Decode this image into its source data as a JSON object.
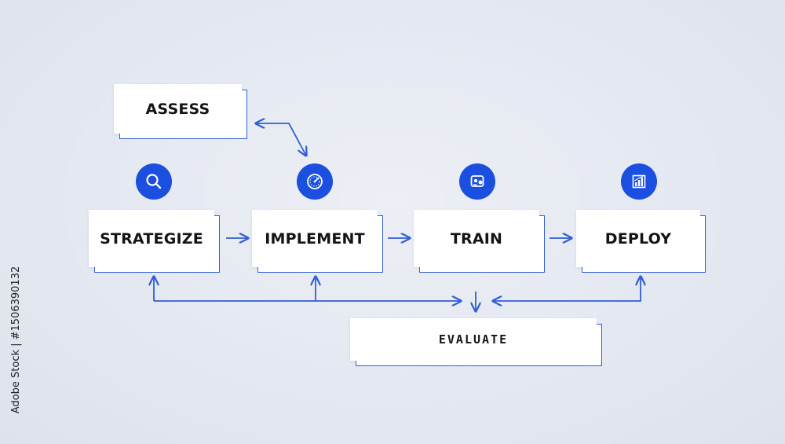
{
  "diagram": {
    "nodes": [
      {
        "id": "assess",
        "label": "ASSESS"
      },
      {
        "id": "strategize",
        "label": "STRATEGIZE"
      },
      {
        "id": "implement",
        "label": "IMPLEMENT"
      },
      {
        "id": "train",
        "label": "TRAIN"
      },
      {
        "id": "deploy",
        "label": "DEPLOY"
      },
      {
        "id": "evaluate",
        "label": "EVALUATE"
      }
    ],
    "icons": [
      {
        "node": "strategize",
        "name": "magnifier-icon"
      },
      {
        "node": "implement",
        "name": "gauge-icon"
      },
      {
        "node": "train",
        "name": "training-badge-icon"
      },
      {
        "node": "deploy",
        "name": "bar-chart-icon"
      }
    ],
    "edges": [
      {
        "from": "assess",
        "to": "implement"
      },
      {
        "from": "strategize",
        "to": "implement"
      },
      {
        "from": "implement",
        "to": "train"
      },
      {
        "from": "train",
        "to": "deploy"
      },
      {
        "from": "strategize",
        "to": "evaluate"
      },
      {
        "from": "deploy",
        "to": "evaluate"
      }
    ]
  },
  "colors": {
    "accent": "#1a4fe0",
    "line": "#2f5fd4",
    "background": "#e3e7f0",
    "box": "#ffffff",
    "text": "#141414"
  },
  "stock_id": "Adobe Stock | #1506390132"
}
